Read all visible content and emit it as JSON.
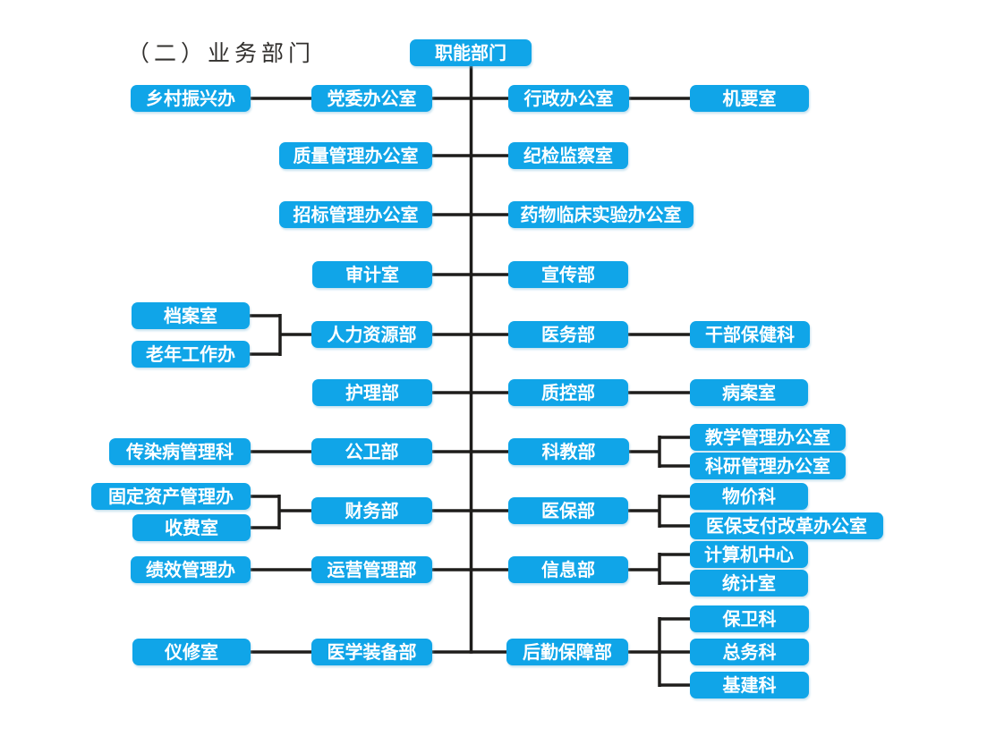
{
  "page": {
    "title": "（二）业务部门"
  },
  "colors": {
    "box_fill": "#10a5e8",
    "box_text": "#ffffff",
    "line_color": "#1e1d1b",
    "title_color": "#32302e"
  },
  "org": {
    "root": "职能部门",
    "branches": [
      {
        "outer_left": [
          "乡村振兴办"
        ],
        "inner_left": "党委办公室",
        "inner_right": "行政办公室",
        "outer_right": [
          "机要室"
        ]
      },
      {
        "inner_left": "质量管理办公室",
        "inner_right": "纪检监察室"
      },
      {
        "inner_left": "招标管理办公室",
        "inner_right": "药物临床实验办公室"
      },
      {
        "inner_left": "审计室",
        "inner_right": "宣传部"
      },
      {
        "outer_left": [
          "档案室",
          "老年工作办"
        ],
        "inner_left": "人力资源部",
        "inner_right": "医务部",
        "outer_right": [
          "干部保健科"
        ]
      },
      {
        "inner_left": "护理部",
        "inner_right": "质控部",
        "outer_right": [
          "病案室"
        ]
      },
      {
        "outer_left": [
          "传染病管理科"
        ],
        "inner_left": "公卫部",
        "inner_right": "科教部",
        "outer_right": [
          "教学管理办公室",
          "科研管理办公室"
        ]
      },
      {
        "outer_left": [
          "固定资产管理办",
          "收费室"
        ],
        "inner_left": "财务部",
        "inner_right": "医保部",
        "outer_right": [
          "物价科",
          "医保支付改革办公室"
        ]
      },
      {
        "outer_left": [
          "绩效管理办"
        ],
        "inner_left": "运营管理部",
        "inner_right": "信息部",
        "outer_right": [
          "计算机中心",
          "统计室"
        ]
      },
      {
        "outer_left": [
          "仪修室"
        ],
        "inner_left": "医学装备部",
        "inner_right": "后勤保障部",
        "outer_right": [
          "保卫科",
          "总务科",
          "基建科"
        ]
      }
    ]
  }
}
